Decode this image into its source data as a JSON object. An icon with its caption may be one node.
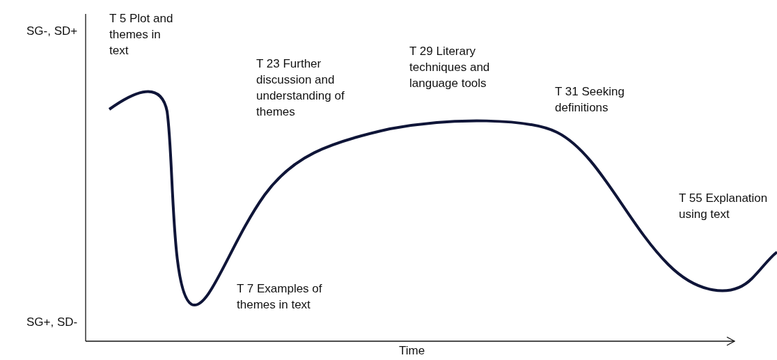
{
  "diagram": {
    "labels": [
      "SG-, SD+",
      "T 5 Plot and themes in text",
      "T 23 Further discussion and understanding of themes",
      "T 29 Literary techniques and language tools",
      "T 31 Seeking definitions",
      "T 55 Explanation using text",
      "T 7 Examples of themes in text",
      "SG+, SD-",
      "Time"
    ]
  }
}
